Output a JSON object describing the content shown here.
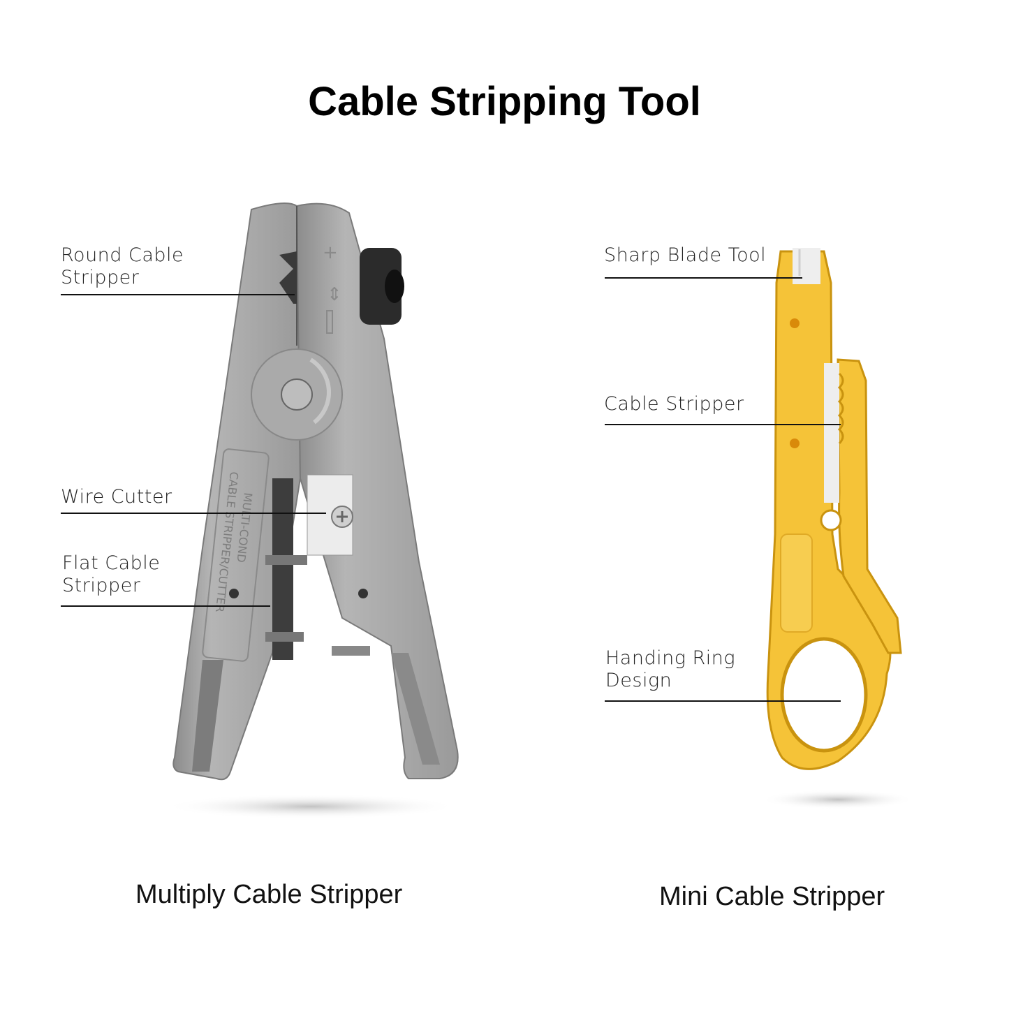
{
  "title": "Cable Stripping Tool",
  "left_tool": {
    "caption": "Multiply Cable Stripper",
    "color": "#a9a9a9",
    "engraving": [
      "MULTI-COND",
      "CABLE STRIPPER/CUTTER"
    ],
    "callouts": [
      {
        "line1": "Round Cable",
        "line2": "Stripper"
      },
      {
        "line1": "Wire Cutter",
        "line2": ""
      },
      {
        "line1": "Flat Cable",
        "line2": "Stripper"
      }
    ]
  },
  "right_tool": {
    "caption": "Mini Cable Stripper",
    "color": "#f5c338",
    "callouts": [
      {
        "line1": "Sharp Blade Tool",
        "line2": ""
      },
      {
        "line1": "Cable Stripper",
        "line2": ""
      },
      {
        "line1": "Handing Ring",
        "line2": "Design"
      }
    ]
  }
}
